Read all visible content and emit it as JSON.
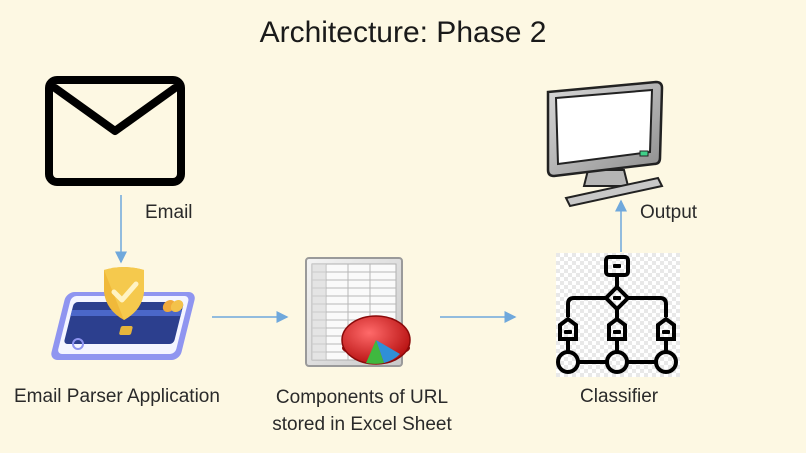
{
  "title": "Architecture: Phase 2",
  "nodes": {
    "email": {
      "icon": "envelope-icon",
      "edge_label": "Email"
    },
    "parser": {
      "icon": "mobile-payment-shield-icon",
      "label": "Email Parser Application"
    },
    "excel": {
      "icon": "spreadsheet-chart-icon",
      "label_line1": "Components of URL",
      "label_line2": "stored in Excel Sheet"
    },
    "classifier": {
      "icon": "flowchart-tree-icon",
      "label": "Classifier"
    },
    "output": {
      "icon": "monitor-icon",
      "edge_label": "Output"
    }
  },
  "colors": {
    "background": "#fdf8e3",
    "arrow": "#6fa8dc",
    "text": "#2a2a2a"
  }
}
